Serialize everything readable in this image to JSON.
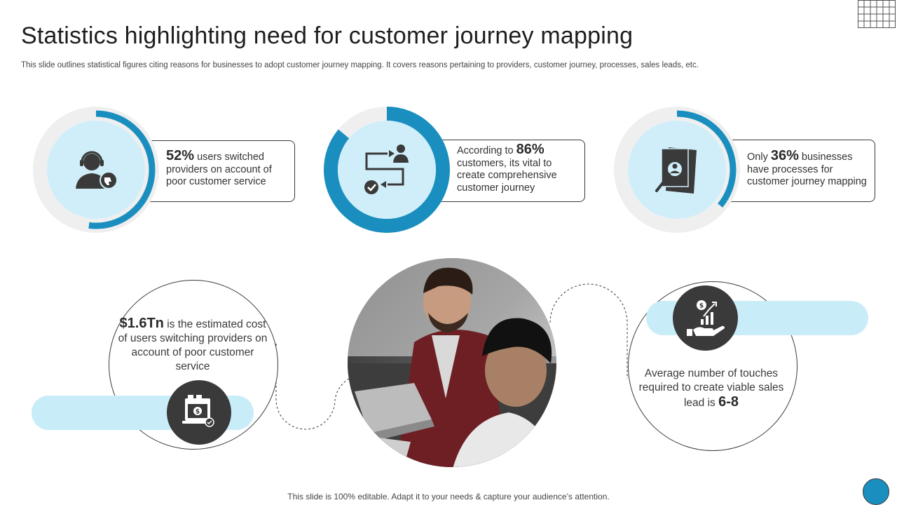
{
  "header": {
    "title": "Statistics highlighting need for customer journey mapping",
    "subtitle": "This slide outlines statistical figures citing reasons for businesses to adopt customer journey mapping. It covers reasons pertaining to providers, customer journey, processes, sales leads, etc."
  },
  "stats": [
    {
      "icon": "support-agent-thumbs-down-icon",
      "value": "52%",
      "text": "users switched providers on account of poor customer service",
      "percent": 52
    },
    {
      "icon": "process-flow-icon",
      "prefix": "According to",
      "value": "86%",
      "text": "customers, its vital to create comprehensive customer journey",
      "percent": 86
    },
    {
      "icon": "profile-search-icon",
      "prefix": "Only",
      "value": "36%",
      "text": "businesses have processes for customer journey mapping",
      "percent": 36
    }
  ],
  "bottom": {
    "cost": {
      "value": "$1.6Tn",
      "text": "is the estimated cost of users switching providers on account of poor customer service",
      "icon": "money-laptop-icon"
    },
    "touches": {
      "text": "Average number of touches required to create viable sales lead is",
      "value": "6-8",
      "icon": "hand-growth-icon"
    },
    "photo": "people-working-on-laptops-photo"
  },
  "footer": "This slide is 100% editable. Adapt it to your needs & capture your audience’s attention.",
  "colors": {
    "accent": "#1a8fbf",
    "light": "#cfeefa",
    "track": "#efefef",
    "dark": "#3a3a3a"
  }
}
